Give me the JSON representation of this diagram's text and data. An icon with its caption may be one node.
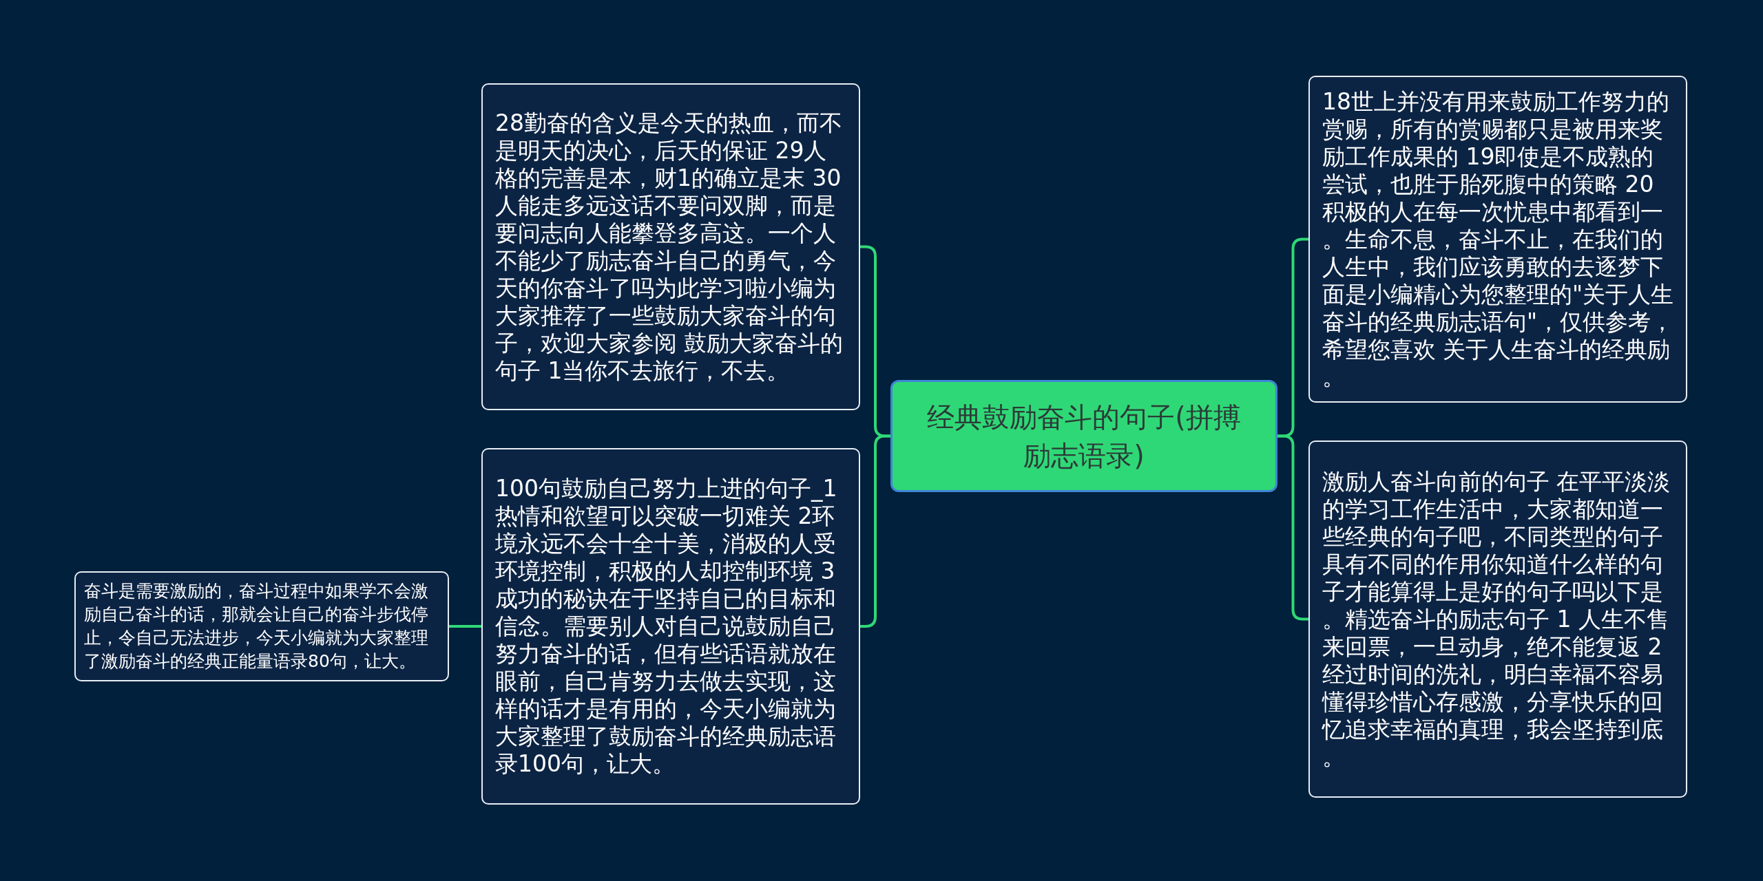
{
  "diagram": {
    "nodes": [
      {
        "text": [
          "经典鼓励奋斗的句子(拼搏励志语录)"
        ]
      },
      {
        "text": [
          "28勤奋的含义是今天的热血，而不是明天的决心，后天的保证 29人格的完善是本，财1的确立是末 30人能走多远这话不要问双脚，而是要问志向人能攀登多高这。一个人不能少了励志奋斗自己的勇气，今天的你奋斗了吗为此学习啦小编为大家推荐了一些鼓励大家奋斗的句子，欢迎大家参阅 鼓励大家奋斗的句子 1当你不去旅行，不去。"
        ]
      },
      {
        "text": [
          "100句鼓励自己努力上进的句子_1热情和欲望可以突破一切难关 2环境永远不会十全十美，消极的人受环境控制，积极的人却控制环境 3成功的秘诀在于坚持自已的目标和信念。需要别人对自己说鼓励自己努力奋斗的话，但有些话语就放在眼前，自己肯努力去做去实现，这样的话才是有用的，今天小编就为大家整理了鼓励奋斗的经典励志语录100句，让大。"
        ]
      },
      {
        "text": [
          "奋斗是需要激励的，奋斗过程中如果学不会激励自己奋斗的话，那就会让自己的奋斗步伐停止，令自己无法进步，今天小编就为大家整理了激励奋斗的经典正能量语录80句，让大。"
        ]
      },
      {
        "text": [
          "18世上并没有用来鼓励工作努力的赏赐，所有的赏赐都只是被用来奖励工作成果的 19即使是不成熟的尝试，也胜于胎死腹中的策略 20积极的人在每一次忧患中都看到一。生命不息，奋斗不止，在我们的人生中，我们应该勇敢的去逐梦下面是小编精心为您整理的\"关于人生奋斗的经典励志语句\"，仅供参考，希望您喜欢 关于人生奋斗的经典励。"
        ]
      },
      {
        "text": [
          "激励人奋斗向前的句子 在平平淡淡的学习工作生活中，大家都知道一些经典的句子吧，不同类型的句子具有不同的作用你知道什么样的句子才能算得上是好的句子吗以下是。精选奋斗的励志句子 1 人生不售来回票，一旦动身，绝不能复返 2经过时间的洗礼，明白幸福不容易懂得珍惜心存感激，分享快乐的回忆追求幸福的真理，我会坚持到底。"
        ]
      }
    ],
    "edges": [
      {
        "from": 0,
        "to": 1,
        "arrow": "none"
      },
      {
        "from": 0,
        "to": 2,
        "arrow": "none"
      },
      {
        "from": 2,
        "to": 3,
        "arrow": "none"
      },
      {
        "from": 0,
        "to": 4,
        "arrow": "none"
      },
      {
        "from": 0,
        "to": 5,
        "arrow": "none"
      }
    ]
  }
}
